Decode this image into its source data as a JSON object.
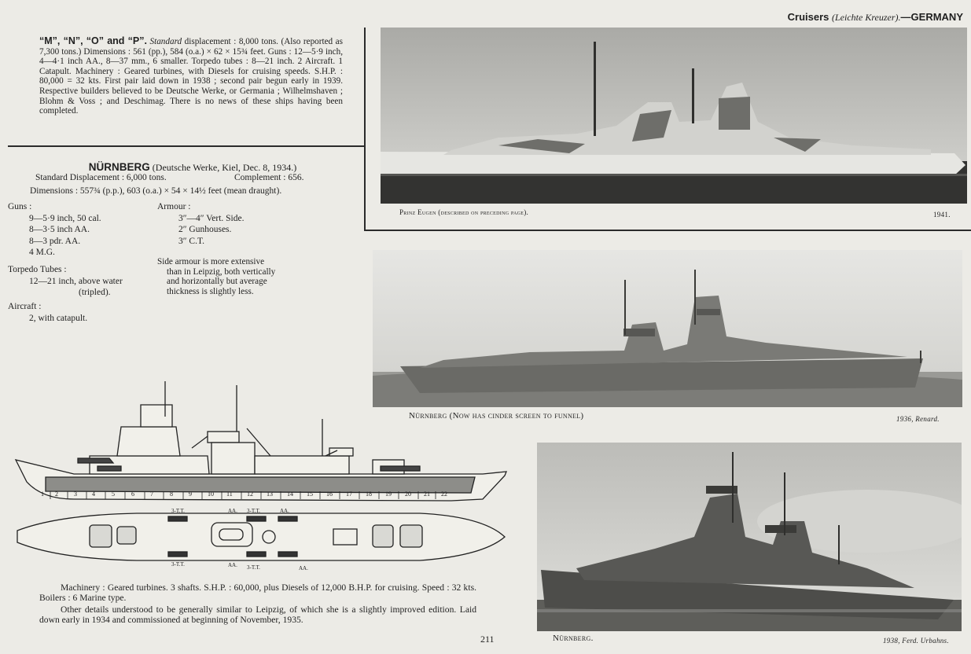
{
  "header": {
    "section": "Cruisers",
    "subtitle": "(Leichte Kreuzer).",
    "country": "—GERMANY"
  },
  "mnop": {
    "names": "“M”, “N”, “O” and “P”.",
    "text1": " Standard",
    "text2": " displacement : 8,000 tons. (Also reported as 7,300 tons.) Dimensions : 561 (pp.), 584 (o.a.) × 62 × 15¾ feet. Guns : 12—5·9 inch, 4—4·1 inch AA., 8—37 mm., 6 smaller. Torpedo tubes : 8—21 inch. 2 Aircraft. 1 Catapult. Machinery : Geared turbines, with Diesels for cruising speeds. S.H.P. : 80,000 = 32 kts. First pair laid down in 1938 ; second pair begun early in 1939. Respective builders believed to be Deutsche Werke, or Germania ; Wilhelmshaven ; Blohm & Voss ; and Deschimag. There is no news of these ships having been completed."
  },
  "nurnberg": {
    "name": "NÜRNBERG",
    "builder": " (Deutsche Werke, Kiel, Dec. 8, 1934.)",
    "displacement": "Standard Displacement : 6,000 tons.",
    "complement": "Complement : 656.",
    "dimensions": "Dimensions : 557¾ (p.p.), 603 (o.a.) × 54 × 14½ feet (mean draught).",
    "guns": {
      "heading": "Guns :",
      "items": [
        "9—5·9 inch, 50 cal.",
        "8—3·5 inch AA.",
        "8—3 pdr. AA.",
        "4 M.G."
      ]
    },
    "torpedo": {
      "heading": "Torpedo Tubes :",
      "line1": "12—21 inch, above water",
      "line2": "(tripled)."
    },
    "aircraft": {
      "heading": "Aircraft :",
      "line": "2, with catapult."
    },
    "armour": {
      "heading": "Armour :",
      "items": [
        "3″—4″ Vert. Side.",
        "2″ Gunhouses.",
        "3″ C.T."
      ]
    },
    "armour_note": [
      "Side armour is more extensive",
      "than in Leipzig, both vertically",
      "and horizontally but average",
      "thickness is slightly less."
    ],
    "machinery": "Machinery : Geared turbines. 3 shafts. S.H.P. : 60,000, plus Diesels of 12,000 B.H.P. for cruising. Speed : 32 kts. Boilers : 6 Marine type.",
    "details": "Other details understood to be generally similar to Leipzig, of which she is a slightly improved edition. Laid down early in 1934 and commissioned at beginning of November, 1935."
  },
  "plan": {
    "frames": [
      "1",
      "2",
      "3",
      "4",
      "5",
      "6",
      "7",
      "8",
      "9",
      "10",
      "11",
      "12",
      "13",
      "14",
      "15",
      "16",
      "17",
      "18",
      "19",
      "20",
      "21",
      "22"
    ],
    "label_tt": "3-T.T.",
    "label_aa": "AA."
  },
  "photos": {
    "p1": {
      "caption": "Prinz Eugen (described on preceding page).",
      "credit": "1941."
    },
    "p2": {
      "caption": "Nürnberg (Now has cinder screen to funnel)",
      "credit": "1936, Renard."
    },
    "p3": {
      "caption": "Nürnberg.",
      "credit": "1938, Ferd. Urbahns."
    }
  },
  "page_number": "211"
}
